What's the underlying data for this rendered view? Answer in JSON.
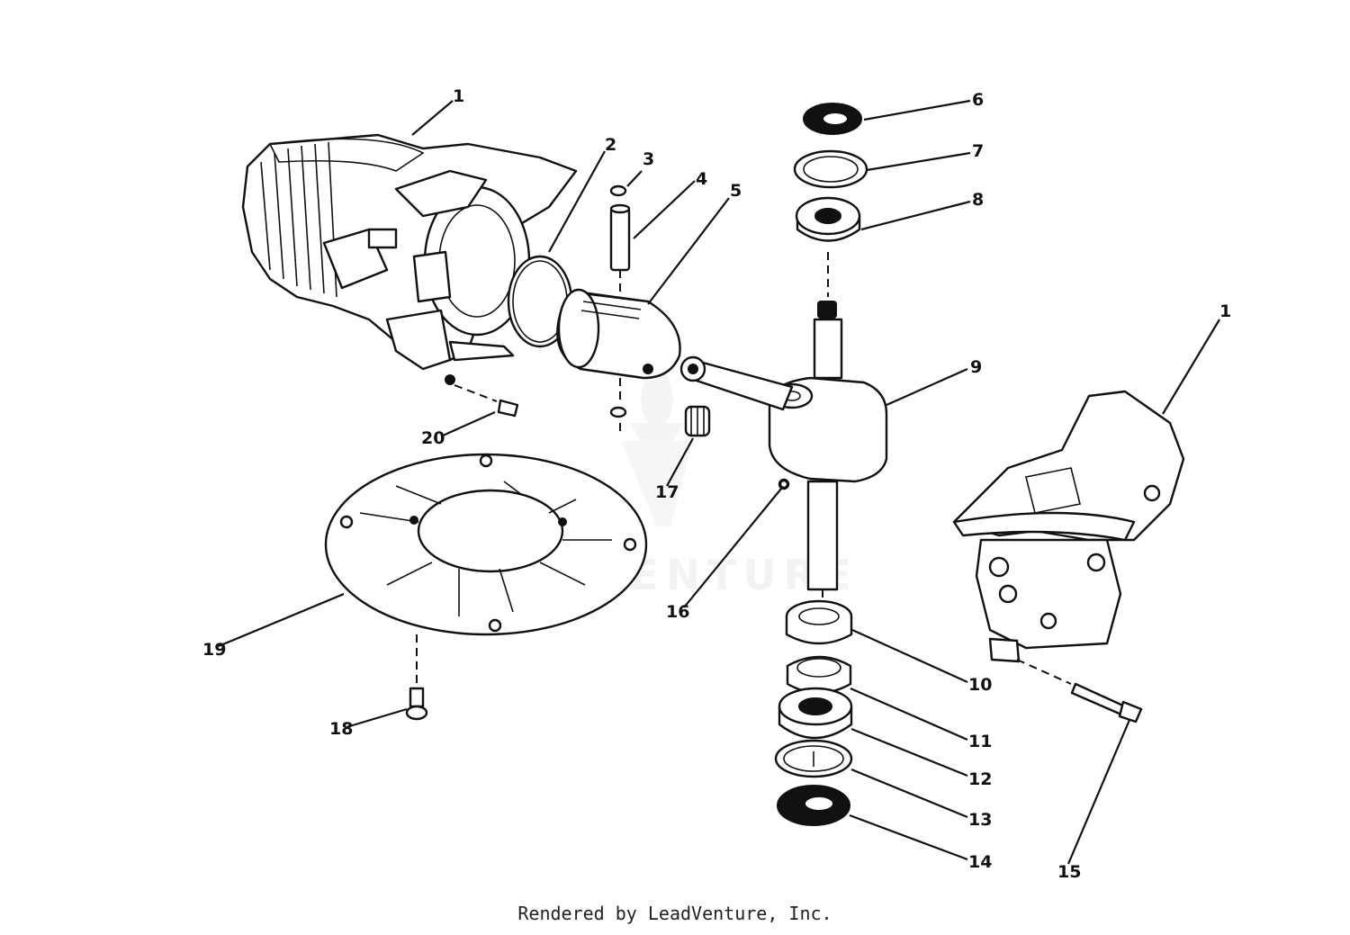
{
  "diagram": {
    "watermark": "LEADVENTURE",
    "footer": "Rendered by LeadVenture, Inc.",
    "callouts": [
      {
        "id": "c1a",
        "label": "1"
      },
      {
        "id": "c1b",
        "label": "1"
      },
      {
        "id": "c2",
        "label": "2"
      },
      {
        "id": "c3",
        "label": "3"
      },
      {
        "id": "c4",
        "label": "4"
      },
      {
        "id": "c5",
        "label": "5"
      },
      {
        "id": "c6",
        "label": "6"
      },
      {
        "id": "c7",
        "label": "7"
      },
      {
        "id": "c8",
        "label": "8"
      },
      {
        "id": "c9",
        "label": "9"
      },
      {
        "id": "c10",
        "label": "10"
      },
      {
        "id": "c11",
        "label": "11"
      },
      {
        "id": "c12",
        "label": "12"
      },
      {
        "id": "c13",
        "label": "13"
      },
      {
        "id": "c14",
        "label": "14"
      },
      {
        "id": "c15",
        "label": "15"
      },
      {
        "id": "c16",
        "label": "16"
      },
      {
        "id": "c17",
        "label": "17"
      },
      {
        "id": "c18",
        "label": "18"
      },
      {
        "id": "c19",
        "label": "19"
      },
      {
        "id": "c20",
        "label": "20"
      }
    ]
  }
}
